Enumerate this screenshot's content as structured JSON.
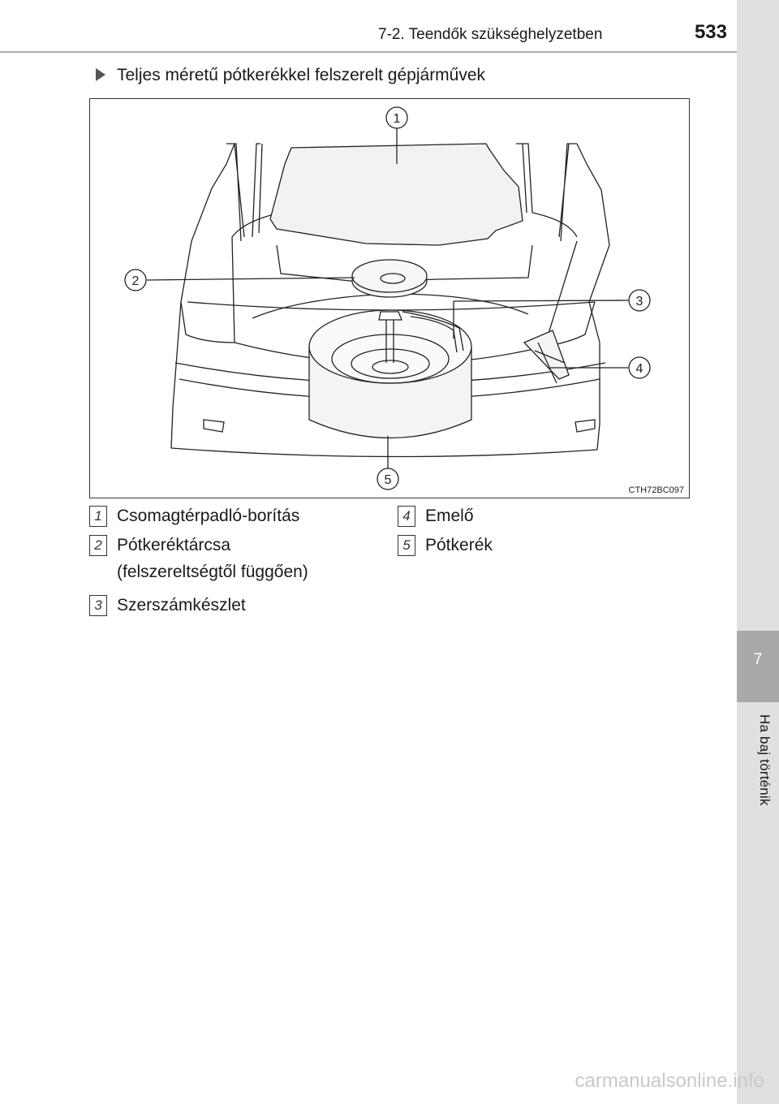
{
  "header": {
    "section": "7-2. Teendők szükséghelyzetben",
    "page_number": "533"
  },
  "sidebar": {
    "chapter_number": "7",
    "chapter_title": "Ha baj történik"
  },
  "subtitle": "Teljes méretű pótkerékkel felszerelt gépjárművek",
  "figure": {
    "code": "CTH72BC097",
    "callouts": [
      "1",
      "2",
      "3",
      "4",
      "5"
    ]
  },
  "legend": [
    {
      "num": "1",
      "lines": [
        "Csomagtérpadló-borítás"
      ]
    },
    {
      "num": "2",
      "lines": [
        "Pótkeréktárcsa",
        "(felszereltségtől függően)"
      ]
    },
    {
      "num": "3",
      "lines": [
        "Szerszámkészlet"
      ]
    },
    {
      "num": "4",
      "lines": [
        "Emelő"
      ]
    },
    {
      "num": "5",
      "lines": [
        "Pótkerék"
      ]
    }
  ],
  "watermark": "carmanualsonline.info"
}
